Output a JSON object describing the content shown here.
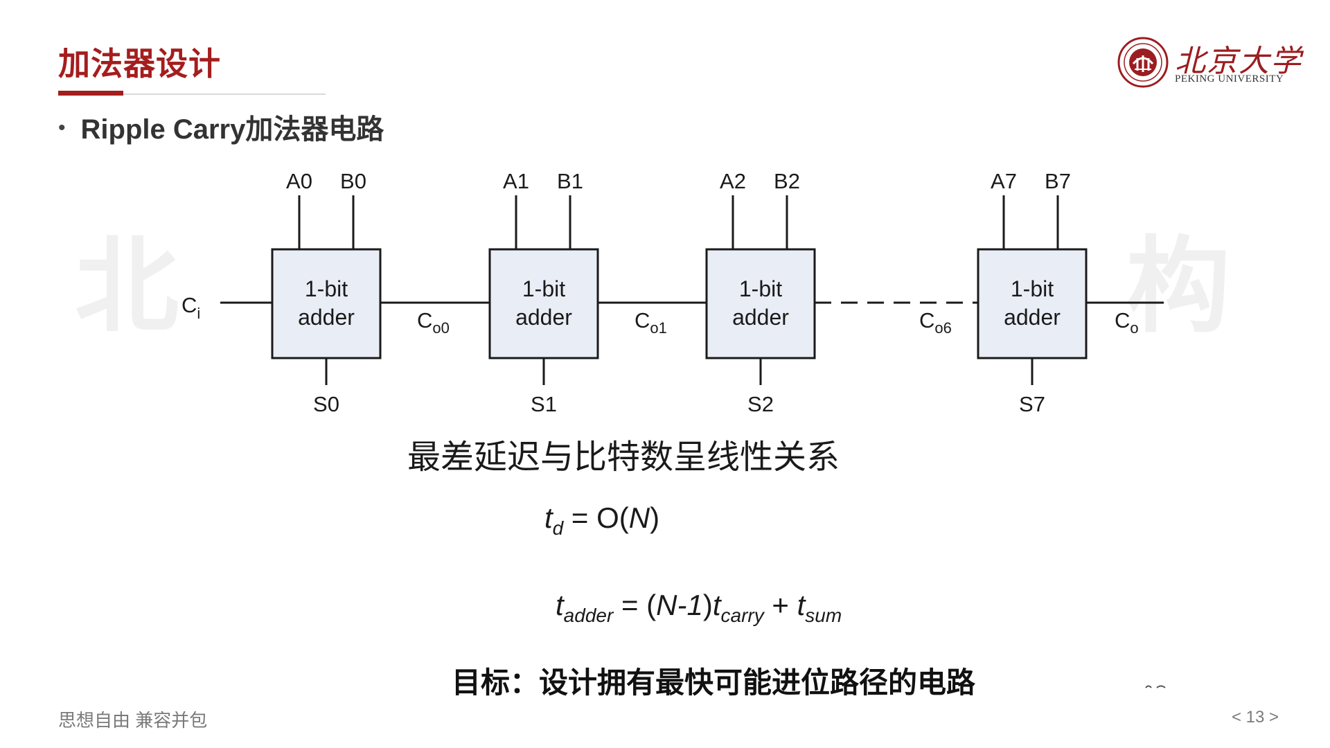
{
  "header": {
    "title": "加法器设计",
    "bullet": "Ripple Carry加法器电路"
  },
  "logo": {
    "cn": "北京大学",
    "en": "PEKING UNIVERSITY"
  },
  "watermark": {
    "left": "北",
    "right": "构"
  },
  "diagram": {
    "blocks": [
      {
        "line1": "1-bit",
        "line2": "adder",
        "in_a": "A0",
        "in_b": "B0",
        "sum": "S0"
      },
      {
        "line1": "1-bit",
        "line2": "adder",
        "in_a": "A1",
        "in_b": "B1",
        "sum": "S1"
      },
      {
        "line1": "1-bit",
        "line2": "adder",
        "in_a": "A2",
        "in_b": "B2",
        "sum": "S2"
      },
      {
        "line1": "1-bit",
        "line2": "adder",
        "in_a": "A7",
        "in_b": "B7",
        "sum": "S7"
      }
    ],
    "carry_in": {
      "base": "C",
      "sub": "i"
    },
    "carries": [
      {
        "base": "C",
        "sub": "o0"
      },
      {
        "base": "C",
        "sub": "o1"
      },
      {
        "base": "C",
        "sub": "o6"
      }
    ],
    "carry_out": {
      "base": "C",
      "sub": "o"
    }
  },
  "statement": "最差延迟与比特数呈线性关系",
  "formula1": {
    "t": "t",
    "t_sub": "d",
    "rest": " = O(",
    "n": "N",
    "close": ")"
  },
  "formula2": {
    "t": "t",
    "t_sub": "adder",
    "eq": " = (",
    "nm1": "N-1",
    "close": ")",
    "t2": "t",
    "t2_sub": "carry",
    "plus": " + ",
    "t3": "t",
    "t3_sub": "sum"
  },
  "goal": "目标：设计拥有最快可能进位路径的电路",
  "footer": {
    "motto": "思想自由 兼容并包",
    "page": "< 13 >"
  },
  "colors": {
    "accent": "#a51d1d",
    "block_fill": "#e9eef6",
    "line": "#1a1a1a"
  },
  "icons": {
    "logo": "peking-university-seal-icon"
  }
}
